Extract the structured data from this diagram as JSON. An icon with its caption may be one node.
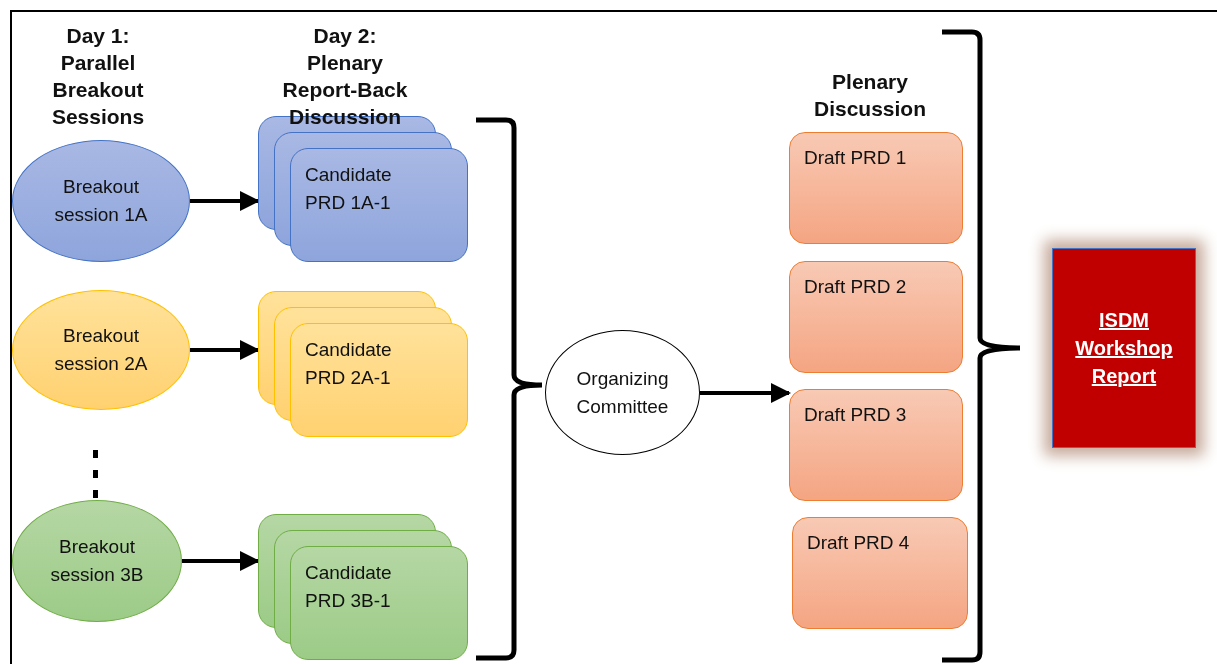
{
  "diagram": {
    "nodes": [
      {
        "text": [
          "Breakout session 1A"
        ]
      },
      {
        "text": [
          "Candidate PRD 1A-1"
        ]
      },
      {
        "text": [
          "Breakout session 2A"
        ]
      },
      {
        "text": [
          "Candidate PRD 2A-1"
        ]
      },
      {
        "text": [
          "Breakout session 3B"
        ]
      },
      {
        "text": [
          "Candidate PRD 3B-1"
        ]
      },
      {
        "text": [
          "Organizing Committee"
        ]
      },
      {
        "text": [
          "Draft PRD 1"
        ]
      },
      {
        "text": [
          "Draft PRD 2"
        ]
      },
      {
        "text": [
          "Draft PRD 3"
        ]
      },
      {
        "text": [
          "Draft PRD 4"
        ]
      },
      {
        "text": [
          "ISDM Workshop Report"
        ]
      }
    ],
    "edges": [
      {
        "from": 0,
        "to": 1,
        "arrow": "to"
      },
      {
        "from": 2,
        "to": 3,
        "arrow": "to"
      },
      {
        "from": 4,
        "to": 5,
        "arrow": "to"
      },
      {
        "from": 6,
        "to": 9,
        "arrow": "to"
      }
    ],
    "labels": [
      "Day 1: Parallel Breakout Sessions",
      "Day 2: Plenary Report-Back Discussion",
      "Plenary Discussion"
    ]
  }
}
